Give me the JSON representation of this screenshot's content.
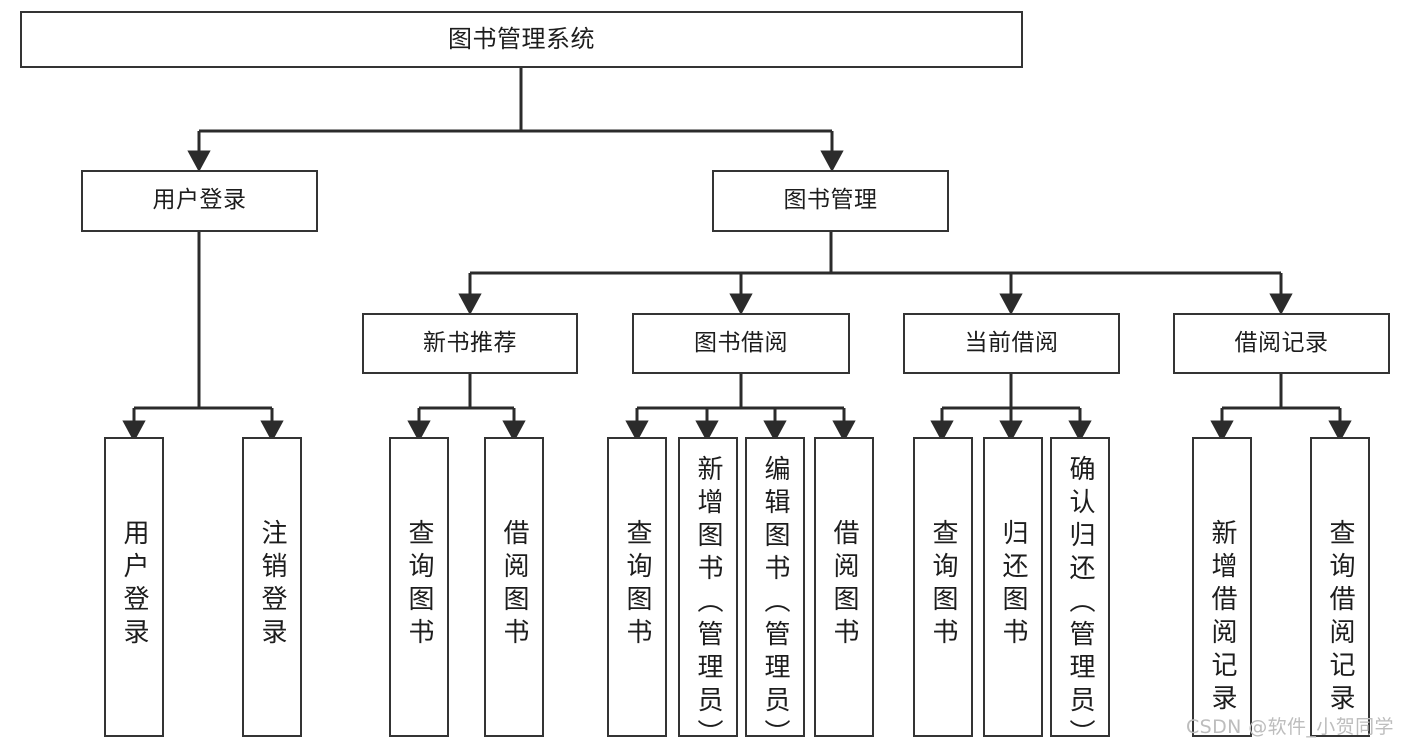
{
  "diagram": {
    "type": "tree-hierarchy-flowchart",
    "title": "图书管理系统",
    "orientation": "top-down",
    "colors": {
      "box_border": "#343434",
      "box_fill": "#ffffff",
      "connector": "#2b2b2b",
      "text": "#1d1d1d",
      "watermark": "#bdbdbd"
    },
    "root": {
      "label": "图书管理系统"
    },
    "level2": [
      {
        "label": "用户登录"
      },
      {
        "label": "图书管理"
      }
    ],
    "level3": [
      {
        "label": "新书推荐"
      },
      {
        "label": "图书借阅"
      },
      {
        "label": "当前借阅"
      },
      {
        "label": "借阅记录"
      }
    ],
    "leaves": {
      "user_login": [
        {
          "label": "用户登录"
        },
        {
          "label": "注销登录"
        }
      ],
      "new_book_recommend": [
        {
          "label": "查询图书"
        },
        {
          "label": "借阅图书"
        }
      ],
      "book_borrow": [
        {
          "label": "查询图书"
        },
        {
          "label": "新增图书（管理员）"
        },
        {
          "label": "编辑图书（管理员）"
        },
        {
          "label": "借阅图书"
        }
      ],
      "current_borrow": [
        {
          "label": "查询图书"
        },
        {
          "label": "归还图书"
        },
        {
          "label": "确认归还（管理员）"
        }
      ],
      "borrow_record": [
        {
          "label": "新增借阅记录"
        },
        {
          "label": "查询借阅记录"
        }
      ]
    }
  },
  "watermark": {
    "text": "CSDN @软件_小贺同学"
  }
}
